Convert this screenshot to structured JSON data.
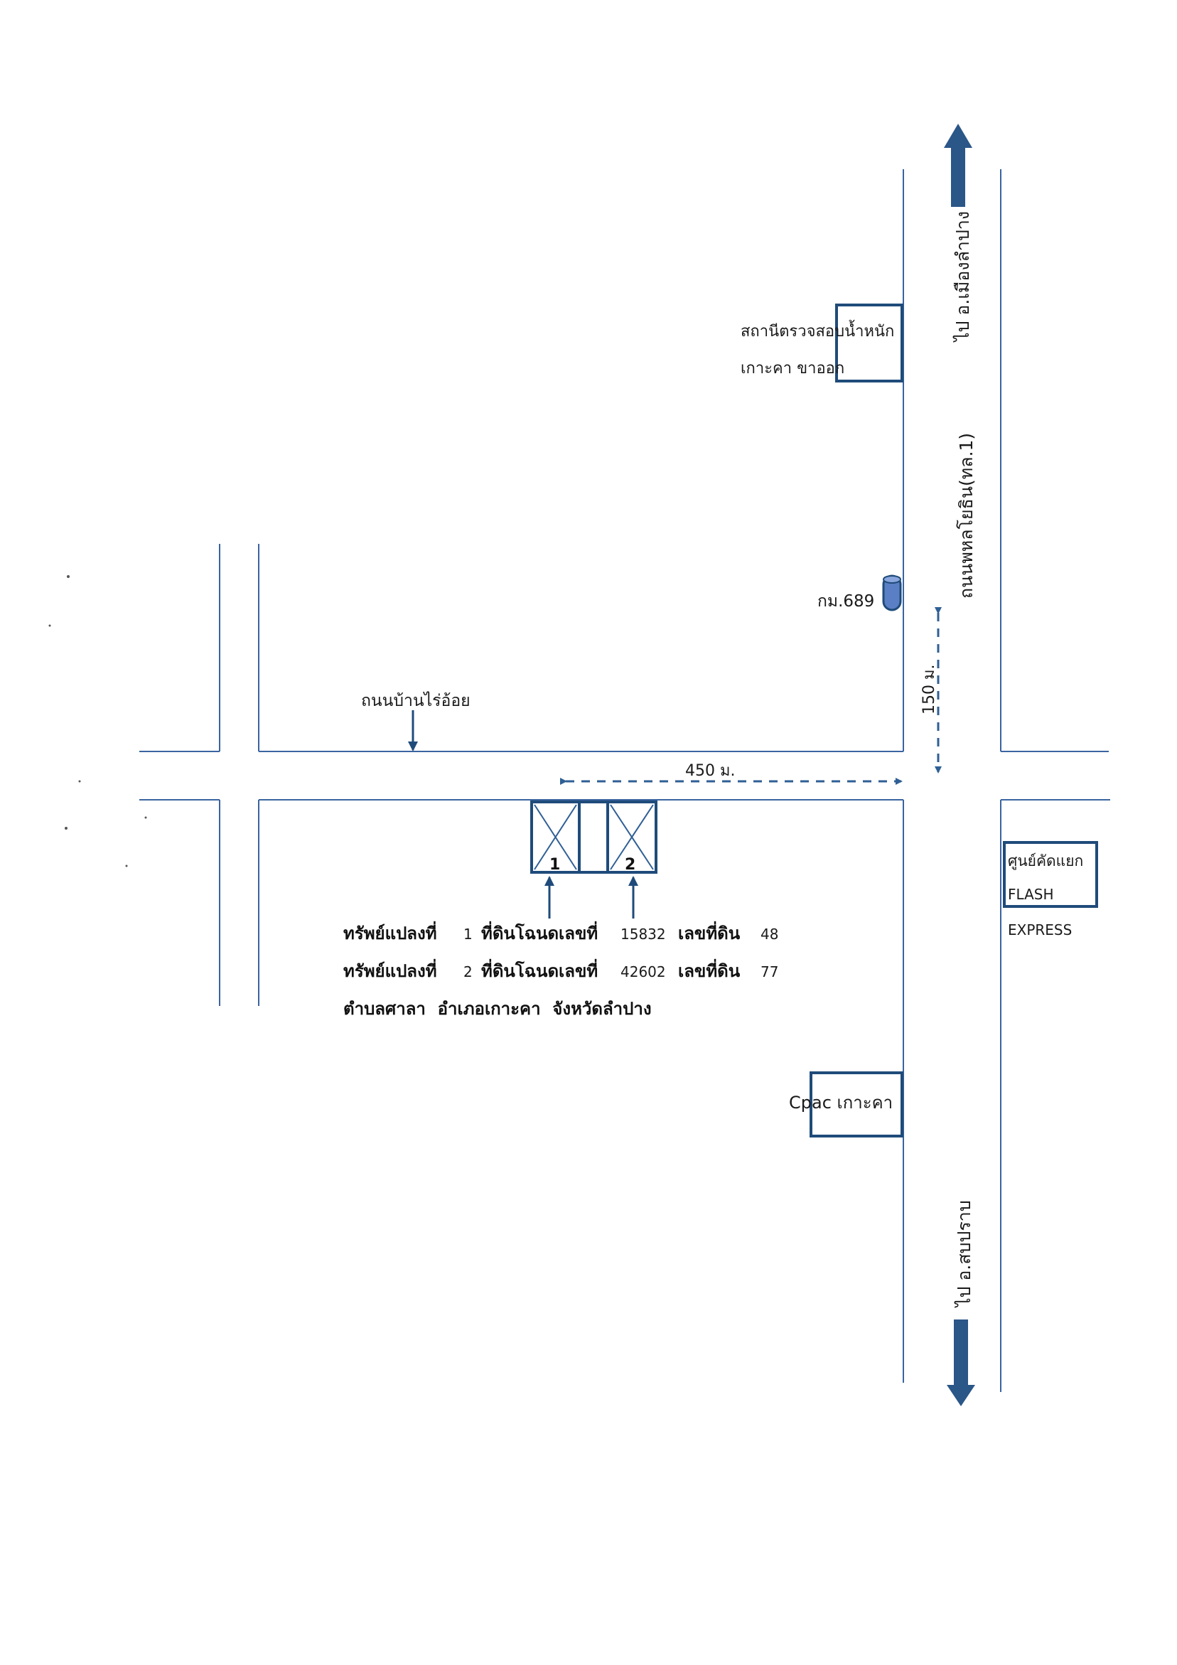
{
  "colors": {
    "road_line": "#3a64a0",
    "box_stroke": "#1f4b7a",
    "dash": "#2f5f95",
    "big_arrow": "#2a5688",
    "marker_fill": "#5b7fc4",
    "text": "#1a1a1a"
  },
  "labels": {
    "to_lampang": "ไป อ.เมืองลำปาง",
    "to_sop_prap": "ไป อ.สบปราบ",
    "phahonyothin": "ถนนพหลโยธิน(ทล.1)",
    "weigh_station_line1": "สถานีตรวจสอบน้ำหนัก",
    "weigh_station_line2": "เกาะคา ขาออก",
    "km_marker": "กม.689",
    "dist_150": "150 ม.",
    "dist_450": "450 ม.",
    "ban_rai_oi": "ถนนบ้านไร่อ้อย",
    "plot1_num": "1",
    "plot2_num": "2",
    "flash_line1": "ศูนย์คัดแยก",
    "flash_line2": "FLASH",
    "flash_line3": "EXPRESS",
    "cpac": "Cpac เกาะคา"
  },
  "description": {
    "row1": {
      "label": "ทรัพย์แปลงที่",
      "plot_no": "1",
      "deed_label": "ที่ดินโฉนดเลขที่",
      "deed_no": "15832",
      "land_label": "เลขที่ดิน",
      "land_no": "48"
    },
    "row2": {
      "label": "ทรัพย์แปลงที่",
      "plot_no": "2",
      "deed_label": "ที่ดินโฉนดเลขที่",
      "deed_no": "42602",
      "land_label": "เลขที่ดิน",
      "land_no": "77"
    },
    "row3": "ตำบลศาลา  อำเภอเกาะคา  จังหวัดลำปาง"
  }
}
